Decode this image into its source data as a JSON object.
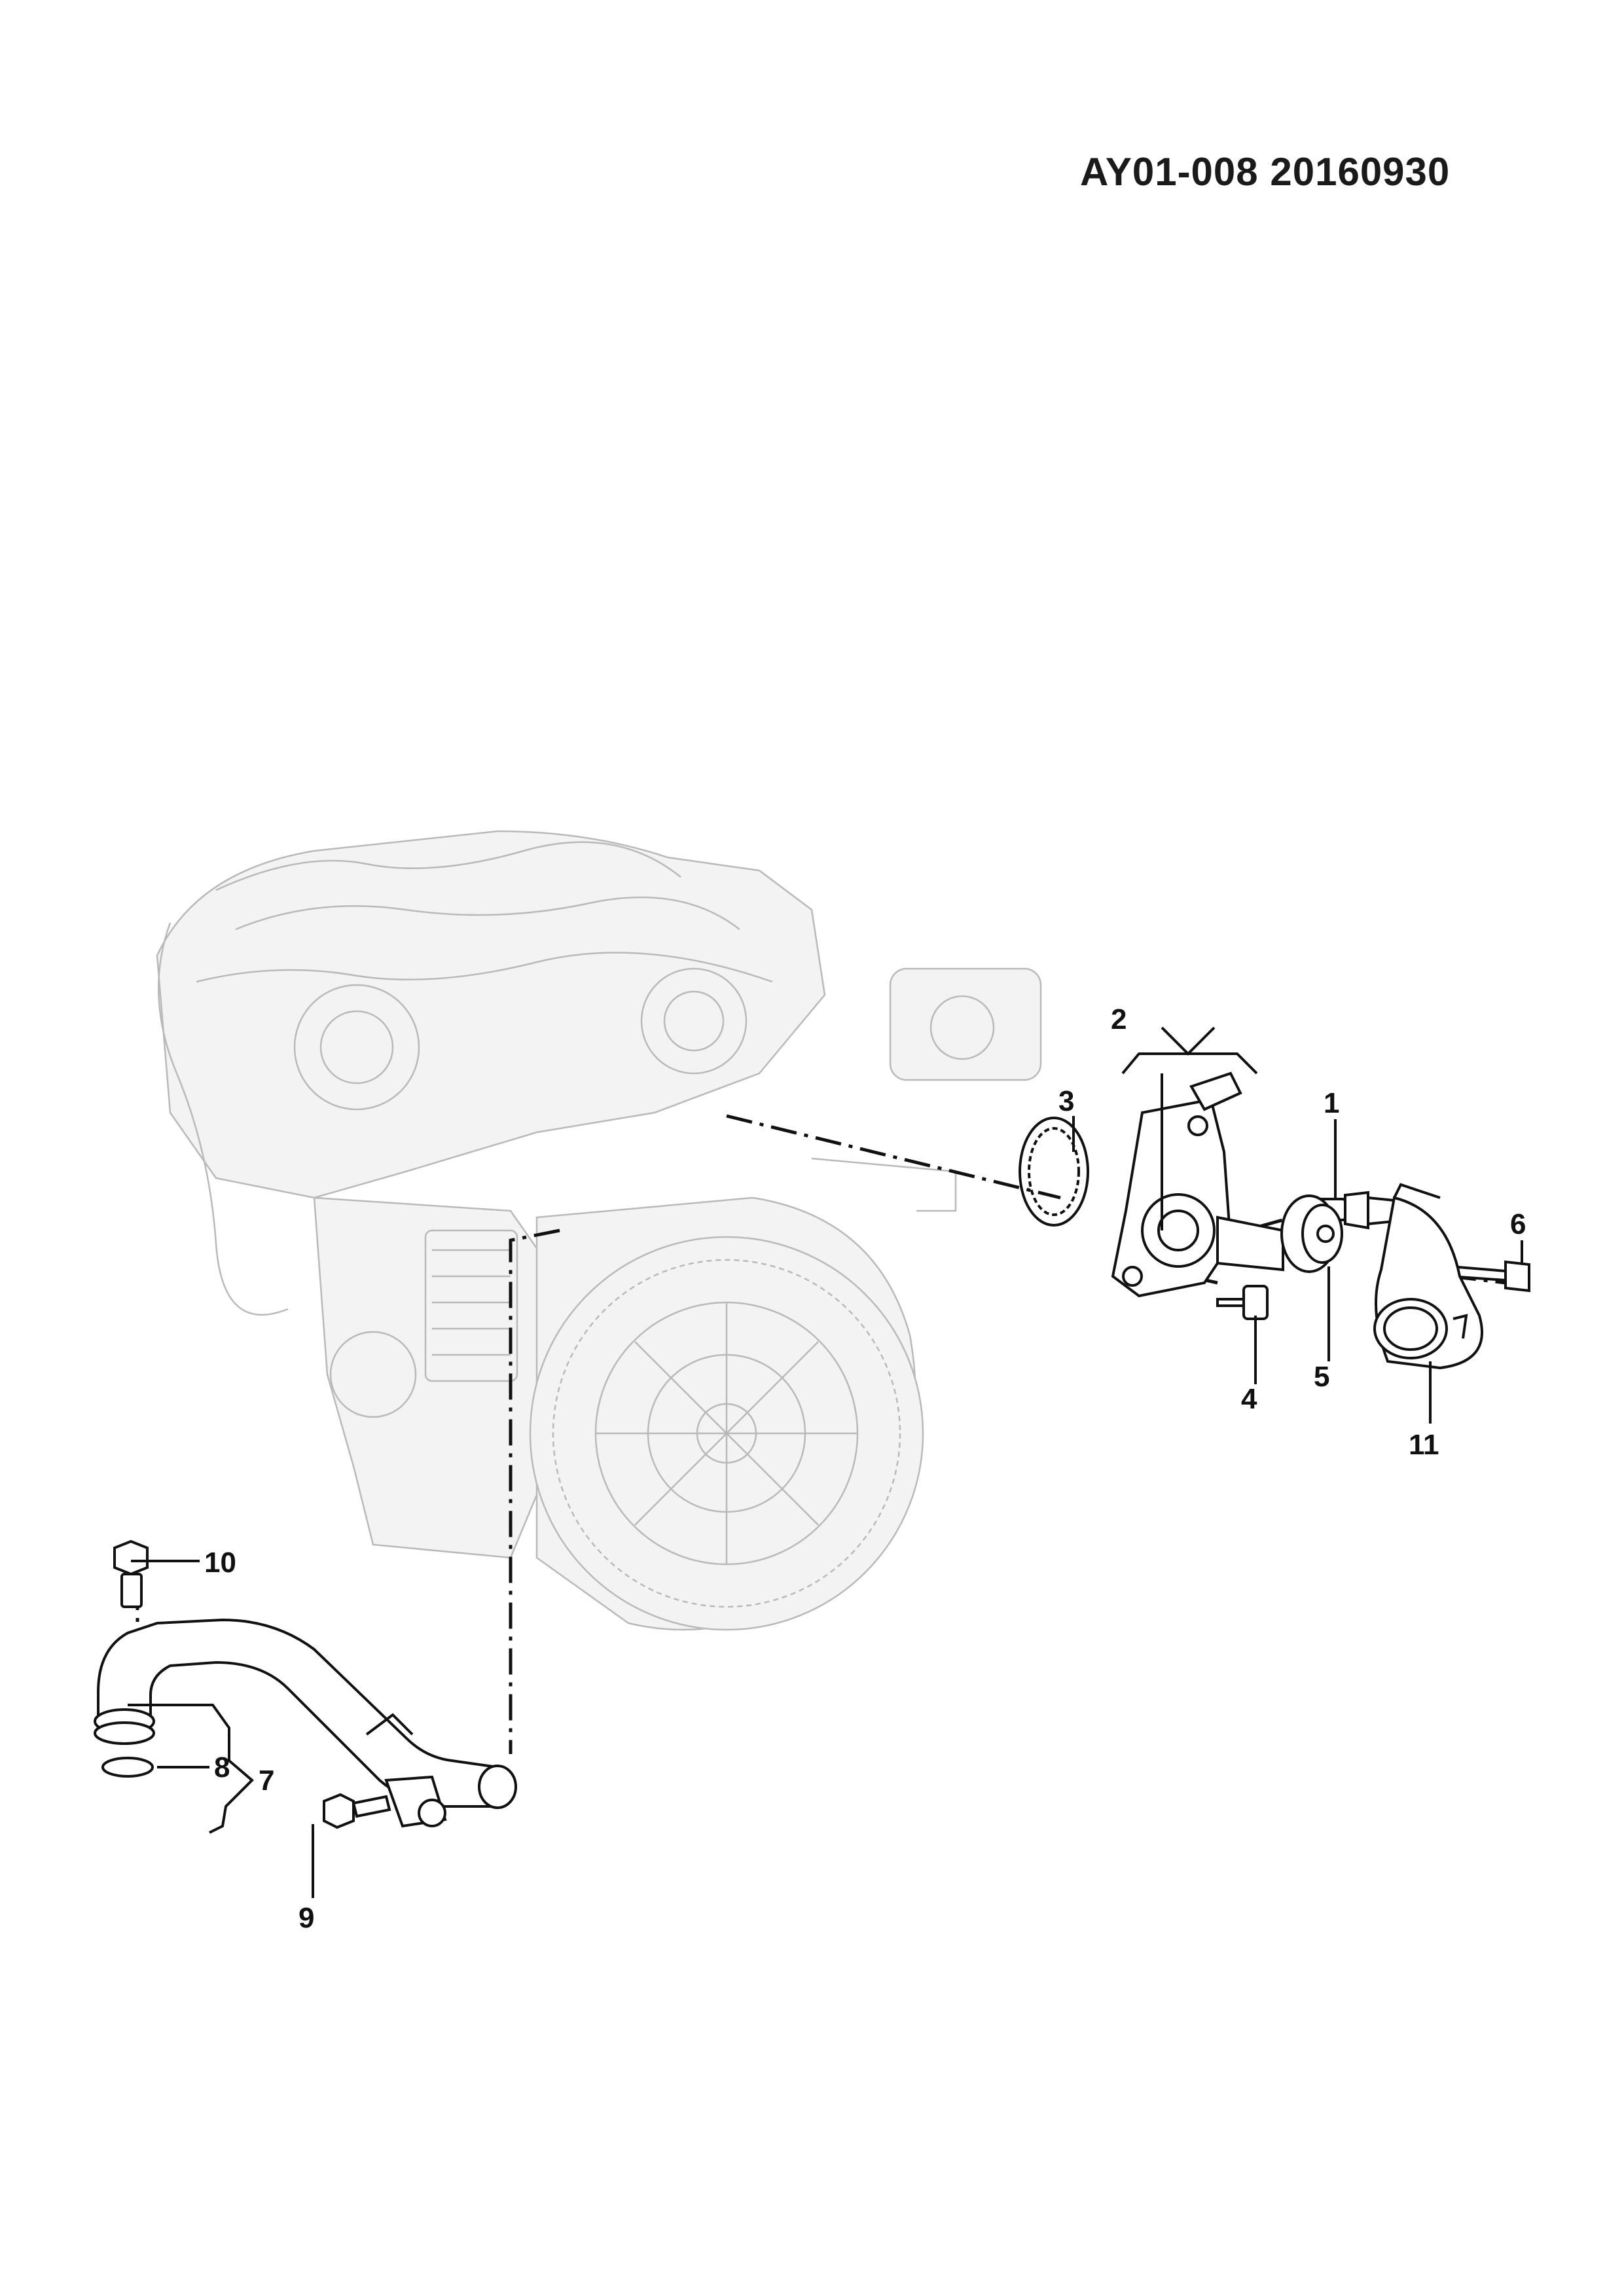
{
  "document": {
    "code": "AY01-008 20160930"
  },
  "callouts": [
    {
      "id": "1",
      "label": "1"
    },
    {
      "id": "2",
      "label": "2"
    },
    {
      "id": "3",
      "label": "3"
    },
    {
      "id": "4",
      "label": "4"
    },
    {
      "id": "5",
      "label": "5"
    },
    {
      "id": "6",
      "label": "6"
    },
    {
      "id": "7",
      "label": "7"
    },
    {
      "id": "8",
      "label": "8"
    },
    {
      "id": "9",
      "label": "9"
    },
    {
      "id": "10",
      "label": "10"
    },
    {
      "id": "11",
      "label": "11"
    }
  ],
  "colors": {
    "part_outline": "#111111",
    "background_engine": "#b9b9b9"
  }
}
